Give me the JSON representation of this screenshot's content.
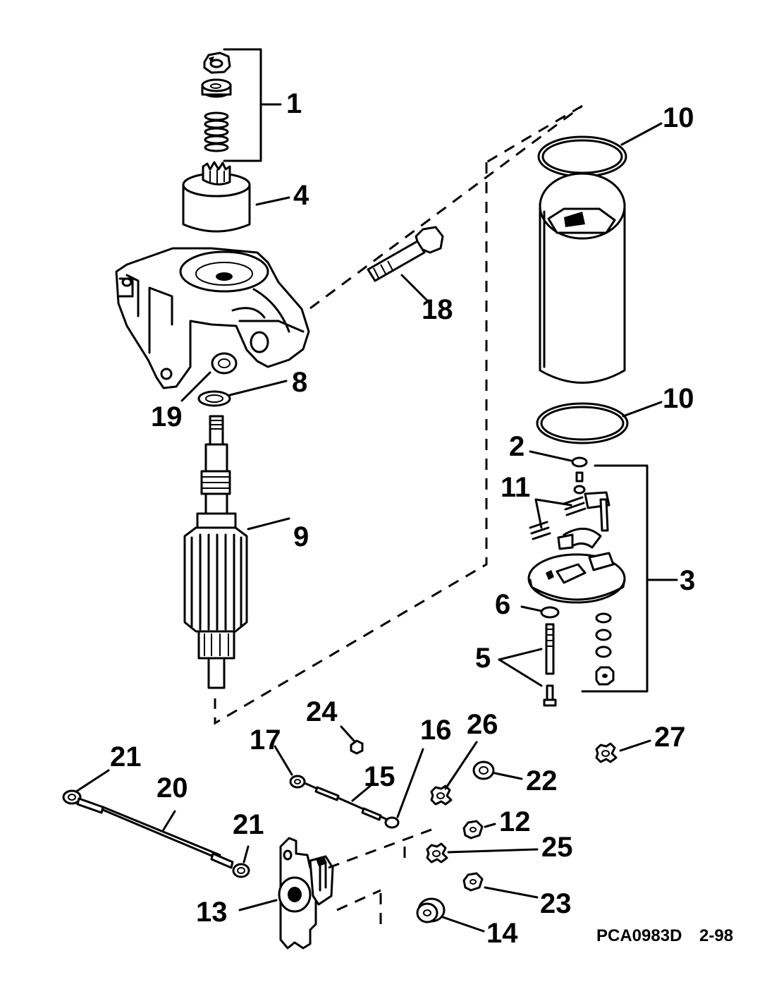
{
  "callouts": {
    "c1": "1",
    "c2": "2",
    "c3": "3",
    "c4": "4",
    "c5": "5",
    "c6": "6",
    "c8": "8",
    "c9": "9",
    "c10a": "10",
    "c10b": "10",
    "c11": "11",
    "c12": "12",
    "c13": "13",
    "c14": "14",
    "c15": "15",
    "c16": "16",
    "c17": "17",
    "c18": "18",
    "c19": "19",
    "c20": "20",
    "c21a": "21",
    "c21b": "21",
    "c22": "22",
    "c23": "23",
    "c24": "24",
    "c25": "25",
    "c26": "26",
    "c27": "27"
  },
  "footer": {
    "drawing_code": "PCA0983D",
    "revision": "2-98"
  }
}
